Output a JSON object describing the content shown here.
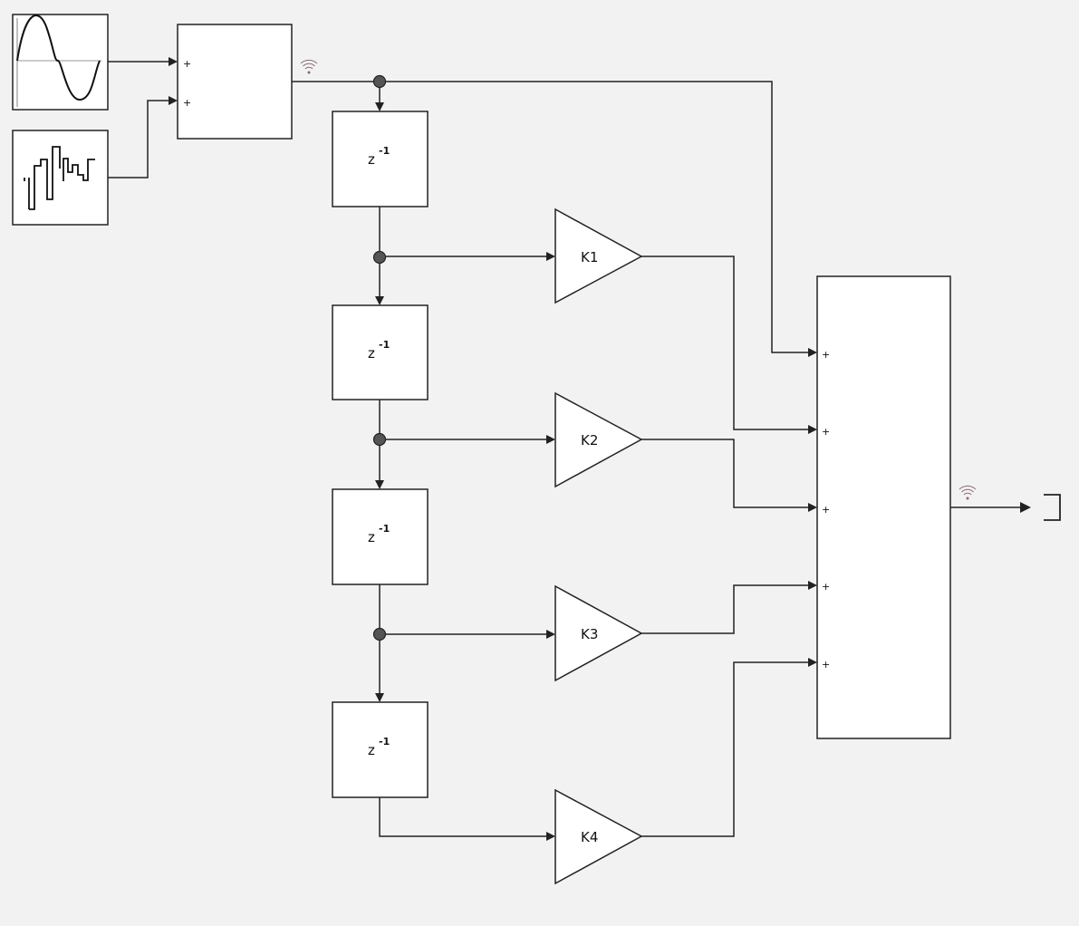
{
  "blocks": {
    "sum_in": {
      "signs": [
        "+",
        "+"
      ]
    },
    "delays": [
      {
        "label": "z",
        "exponent": "-1"
      },
      {
        "label": "z",
        "exponent": "-1"
      },
      {
        "label": "z",
        "exponent": "-1"
      },
      {
        "label": "z",
        "exponent": "-1"
      }
    ],
    "gains": [
      {
        "label": "K1"
      },
      {
        "label": "K2"
      },
      {
        "label": "K3"
      },
      {
        "label": "K4"
      }
    ],
    "sum_out": {
      "signs": [
        "+",
        "+",
        "+",
        "+",
        "+"
      ]
    }
  },
  "icons": {
    "sine_source": "sine-wave-icon",
    "random_source": "staircase-signal-icon",
    "signal_marker": "wireless-signal-icon",
    "outport": "terminator-icon"
  },
  "colors": {
    "background": "#f2f2f2",
    "block_fill": "#ffffff",
    "line": "#222222",
    "signal_marker": "#8a6a78"
  }
}
